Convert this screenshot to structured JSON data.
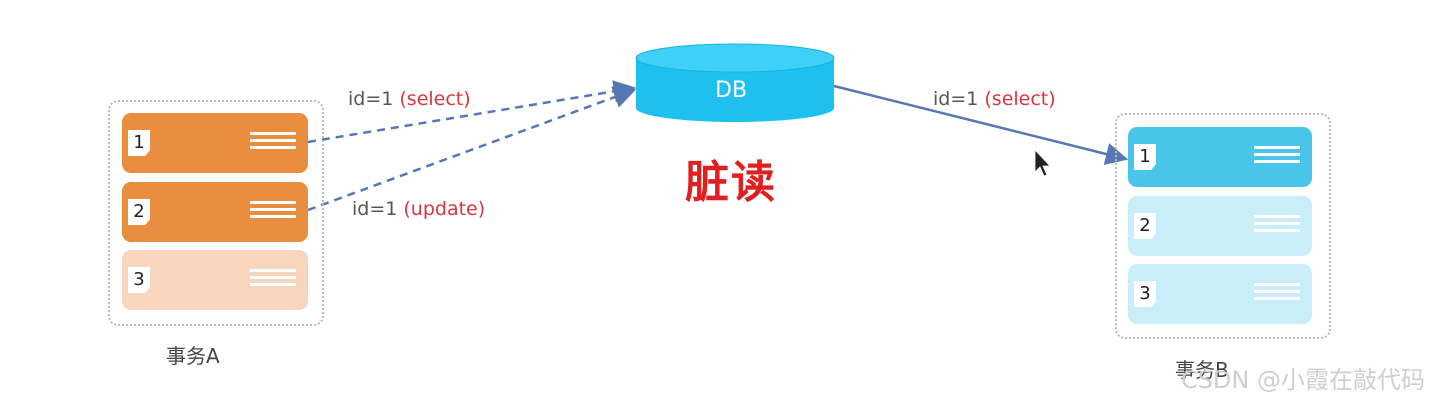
{
  "db": {
    "label": "DB",
    "color": "#1ec0ef"
  },
  "title": "脏读",
  "arrows": {
    "select_a": {
      "prefix": "id=1 ",
      "op": "(select)"
    },
    "update_a": {
      "prefix": "id=1 ",
      "op": "(update)"
    },
    "select_b": {
      "prefix": "id=1 ",
      "op": "(select)"
    }
  },
  "transaction_a": {
    "label": "事务A",
    "rows": [
      {
        "num": "1",
        "color": "#e98e3f"
      },
      {
        "num": "2",
        "color": "#e98e3f"
      },
      {
        "num": "3",
        "color": "#f8d5bd"
      }
    ]
  },
  "transaction_b": {
    "label": "事务B",
    "rows": [
      {
        "num": "1",
        "color": "#48c5e8"
      },
      {
        "num": "2",
        "color": "#c9eef9"
      },
      {
        "num": "3",
        "color": "#c9eef9"
      }
    ]
  },
  "watermark": "CSDN @小霞在敲代码",
  "colors": {
    "arrow": "#5677b3",
    "op": "#d9363e"
  }
}
